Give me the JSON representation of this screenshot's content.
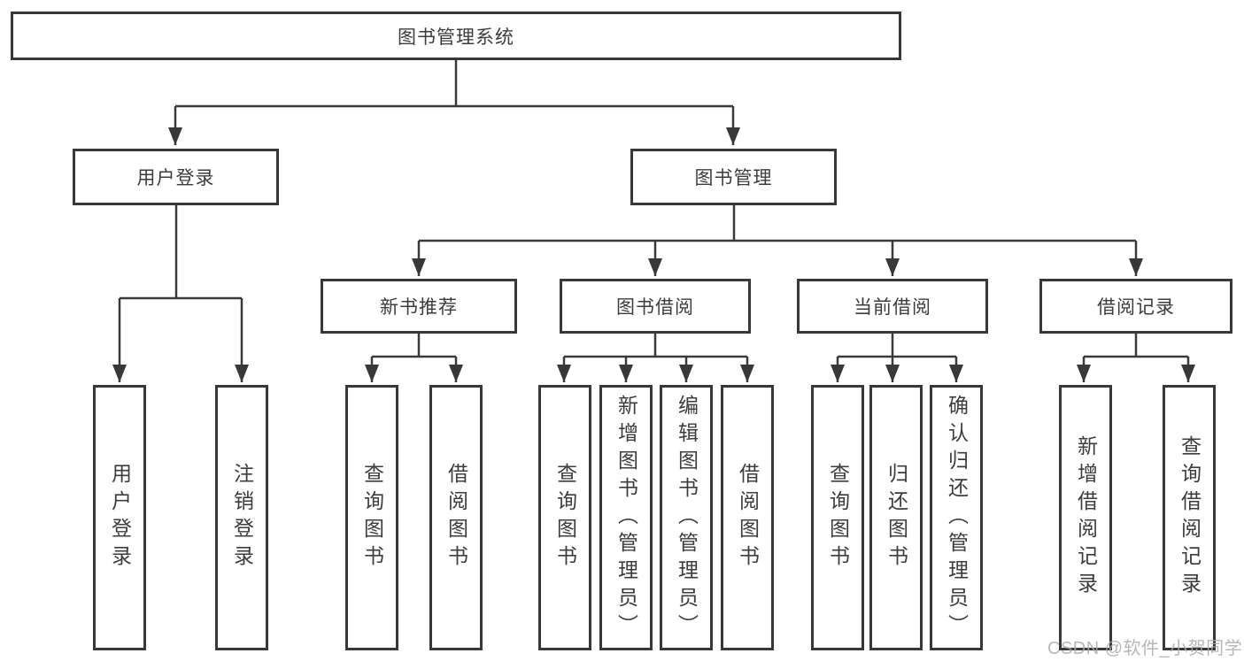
{
  "page": {
    "background_color": "#ffffff",
    "line_color": "#3a3a3a",
    "text_color": "#3c3c3c",
    "watermark_color": "#aaaaaa"
  },
  "tree": {
    "root": {
      "label": "图书管理系统"
    },
    "branches": [
      {
        "label": "用户登录",
        "children": [
          {
            "label": "用户登录"
          },
          {
            "label": "注销登录"
          }
        ]
      },
      {
        "label": "图书管理",
        "groups": [
          {
            "label": "新书推荐",
            "children": [
              {
                "label": "查询图书"
              },
              {
                "label": "借阅图书"
              }
            ]
          },
          {
            "label": "图书借阅",
            "children": [
              {
                "label": "查询图书"
              },
              {
                "label": "新增图书（管理员）"
              },
              {
                "label": "编辑图书（管理员）"
              },
              {
                "label": "借阅图书"
              }
            ]
          },
          {
            "label": "当前借阅",
            "children": [
              {
                "label": "查询图书"
              },
              {
                "label": "归还图书"
              },
              {
                "label": "确认归还（管理员）"
              }
            ]
          },
          {
            "label": "借阅记录",
            "children": [
              {
                "label": "新增借阅记录"
              },
              {
                "label": "查询借阅记录"
              }
            ]
          }
        ]
      }
    ]
  },
  "watermark": {
    "text": "CSDN @软件_小贺同学"
  }
}
